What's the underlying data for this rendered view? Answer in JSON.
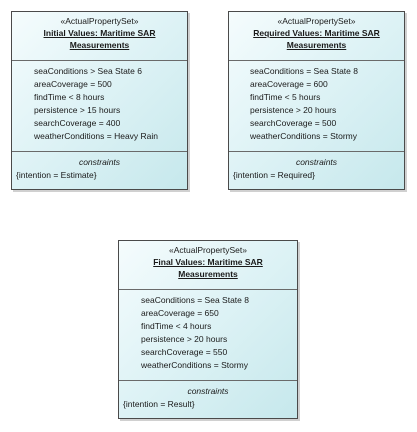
{
  "blocks": [
    {
      "stereotype": "«ActualPropertySet»",
      "title_line1": "Initial Values: Maritime SAR",
      "title_line2": "Measurements",
      "attributes": [
        "seaConditions > Sea State 6",
        "areaCoverage = 500",
        "findTime < 8 hours",
        "persistence > 15 hours",
        "searchCoverage = 400",
        "weatherConditions = Heavy Rain"
      ],
      "constraints_label": "constraints",
      "constraint": "{intention = Estimate}"
    },
    {
      "stereotype": "«ActualPropertySet»",
      "title_line1": "Required Values: Maritime SAR",
      "title_line2": "Measurements",
      "attributes": [
        "seaConditions = Sea State 8",
        "areaCoverage = 600",
        "findTime < 5 hours",
        "persistence > 20 hours",
        "searchCoverage = 500",
        "weatherConditions = Stormy"
      ],
      "constraints_label": "constraints",
      "constraint": "{intention = Required}"
    },
    {
      "stereotype": "«ActualPropertySet»",
      "title_line1": "Final Values: Maritime SAR",
      "title_line2": "Measurements",
      "attributes": [
        "seaConditions = Sea State 8",
        "areaCoverage = 650",
        "findTime < 4 hours",
        "persistence > 20 hours",
        "searchCoverage = 550",
        "weatherConditions = Stormy"
      ],
      "constraints_label": "constraints",
      "constraint": "{intention = Result}"
    }
  ]
}
